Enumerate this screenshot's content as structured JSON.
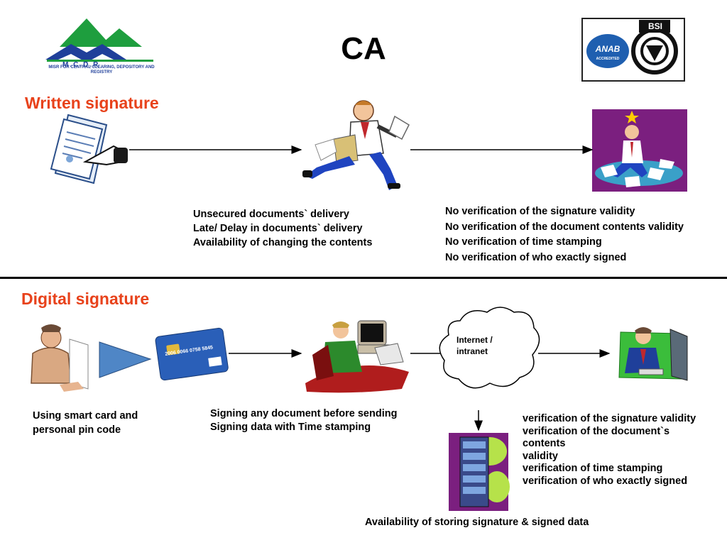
{
  "header": {
    "title": "CA",
    "logo_left_text": "M.C.D.R",
    "logo_left_subtitle": "MISR FOR CENTRAL CLEARING, DEPOSITORY AND REGISTRY",
    "logo_right_text": "ANAB",
    "logo_right_sub": "ACCREDITED",
    "logo_right_bsi": "BSI"
  },
  "written": {
    "heading": "Written signature",
    "risks": [
      "Unsecured documents`  delivery",
      "Late/ Delay in  documents` delivery",
      "Availability of changing the contents"
    ],
    "verification": [
      "No verification of the signature validity",
      "No verification  of the document contents validity",
      "No verification  of time stamping",
      "No verification  of who exactly signed"
    ]
  },
  "digital": {
    "heading": "Digital signature",
    "smartcard_text": [
      "Using smart card and",
      "personal pin code"
    ],
    "card_number": "2006 0066 0758 5845",
    "signing_text": [
      "Signing any document  before sending",
      "Signing data with Time stamping"
    ],
    "cloud_text": [
      "Internet /",
      "intranet"
    ],
    "verification": [
      "verification of the signature validity",
      "verification of the document`s",
      "contents",
      "validity",
      "verification of time stamping",
      "verification of who exactly signed"
    ],
    "storage_text": "Availability of storing signature & signed data"
  },
  "colors": {
    "heading": "#e8421b",
    "logo_green": "#1e9e3e",
    "logo_blue": "#1f3f9a",
    "card_blue": "#2a5fb8",
    "purple": "#7b1f7f",
    "triangle": "#4f86c6"
  }
}
